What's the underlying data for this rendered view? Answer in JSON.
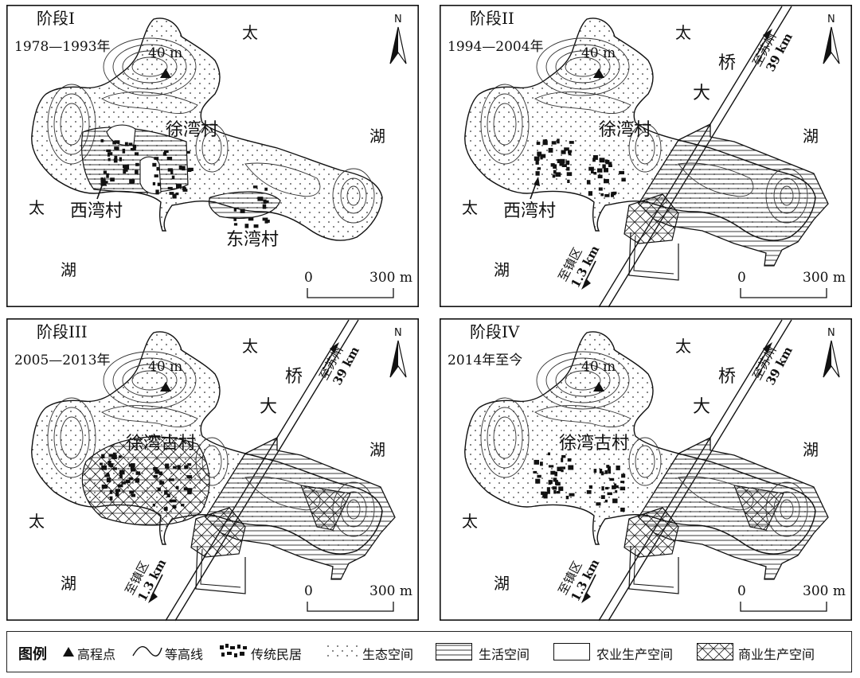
{
  "panels": [
    {
      "id": "panel-1",
      "stage": "阶段I",
      "period": "1978—1993年",
      "peak": "40 m",
      "villages": [
        "徐湾村",
        "西湾村",
        "东湾村"
      ],
      "lake": [
        "太",
        "湖",
        "太",
        "湖"
      ],
      "north": "N",
      "scale": {
        "zero": "0",
        "max": "300 m"
      },
      "bridge": null
    },
    {
      "id": "panel-2",
      "stage": "阶段II",
      "period": "1994—2004年",
      "peak": "40 m",
      "villages": [
        "徐湾村",
        "西湾村"
      ],
      "lake": [
        "太",
        "湖",
        "太",
        "湖"
      ],
      "north": "N",
      "scale": {
        "zero": "0",
        "max": "300 m"
      },
      "bridge": {
        "label": [
          "大",
          "桥"
        ],
        "to_suzhou": "至苏州",
        "suzhou_dist": "39 km",
        "to_town": "至镇区",
        "town_dist": "1.3 km"
      }
    },
    {
      "id": "panel-3",
      "stage": "阶段III",
      "period": "2005—2013年",
      "peak": "40 m",
      "villages": [
        "徐湾古村"
      ],
      "lake": [
        "太",
        "湖",
        "太",
        "湖"
      ],
      "north": "N",
      "scale": {
        "zero": "0",
        "max": "300 m"
      },
      "bridge": {
        "label": [
          "大",
          "桥"
        ],
        "to_suzhou": "至苏州",
        "suzhou_dist": "39 km",
        "to_town": "至镇区",
        "town_dist": "1.3 km"
      }
    },
    {
      "id": "panel-4",
      "stage": "阶段IV",
      "period": "2014年至今",
      "peak": "40 m",
      "villages": [
        "徐湾古村"
      ],
      "lake": [
        "太",
        "湖",
        "太",
        "湖"
      ],
      "north": "N",
      "scale": {
        "zero": "0",
        "max": "300 m"
      },
      "bridge": {
        "label": [
          "大",
          "桥"
        ],
        "to_suzhou": "至苏州",
        "suzhou_dist": "39 km",
        "to_town": "至镇区",
        "town_dist": "1.3 km"
      }
    }
  ],
  "legend": {
    "title": "图例",
    "items": [
      {
        "symbol": "triangle",
        "label": "高程点"
      },
      {
        "symbol": "contour-line",
        "label": "等高线"
      },
      {
        "symbol": "houses",
        "label": "传统民居"
      },
      {
        "symbol": "dots",
        "label": "生态空间"
      },
      {
        "symbol": "horizontal-hatch",
        "label": "生活空间"
      },
      {
        "symbol": "blank",
        "label": "农业生产空间"
      },
      {
        "symbol": "cross-hatch",
        "label": "商业生产空间"
      }
    ]
  }
}
